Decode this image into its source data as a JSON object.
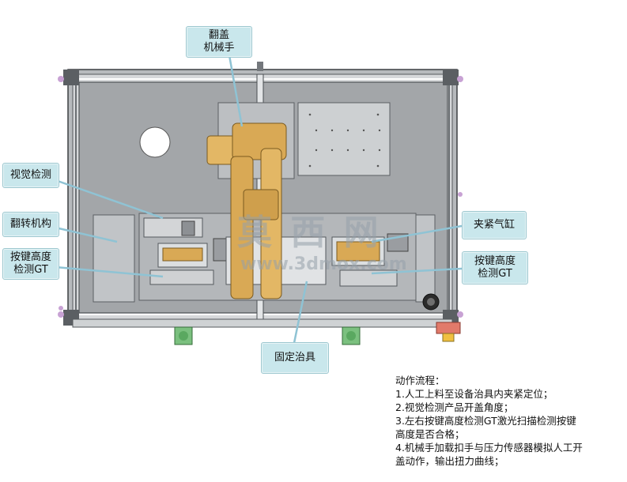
{
  "callouts": {
    "flip_robot": [
      "翻盖",
      "机械手"
    ],
    "vision_detect": [
      "视觉检测"
    ],
    "flip_mechanism": [
      "翻转机构"
    ],
    "key_height_left": [
      "按键高度",
      "检测GT"
    ],
    "clamp_cylinder": [
      "夹紧气缸"
    ],
    "key_height_right": [
      "按键高度",
      "检测GT"
    ],
    "fixture": [
      "固定治具"
    ]
  },
  "procedure": {
    "title": "动作流程：",
    "lines": [
      "1.人工上料至设备治具内夹紧定位；",
      "2.视觉检测产品开盖角度；",
      "3.左右按键高度检测GT激光扫描检测按键",
      "高度是否合格；",
      "4.机械手加载扣手与压力传感器模拟人工开",
      "盖动作，输出扭力曲线；"
    ]
  },
  "watermark": {
    "text": "莫 西 网",
    "url": "www.3dmox.com"
  },
  "colors": {
    "callout_fill": "#c9e7ec",
    "leader_line": "#8fc3d4",
    "frame": "#8a8e93",
    "plate": "#a9acaf",
    "robot": "#d9a955"
  }
}
